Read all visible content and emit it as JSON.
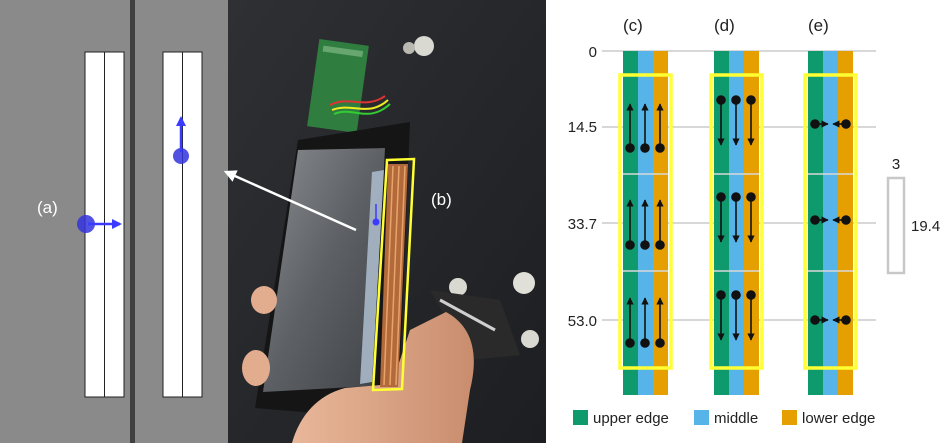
{
  "panels": {
    "a": "(a)",
    "b": "(b)",
    "c": "(c)",
    "d": "(d)",
    "e": "(e)"
  },
  "y_ticks": [
    "0",
    "14.5",
    "33.7",
    "53.0"
  ],
  "scale_bar": {
    "width_label": "3",
    "height_label": "19.4"
  },
  "legend": [
    {
      "label": "upper edge",
      "color": "#0f9a6e"
    },
    {
      "label": "middle",
      "color": "#56b4e9"
    },
    {
      "label": "lower edge",
      "color": "#e69f00"
    }
  ],
  "colors": {
    "highlight": "#ffff33",
    "touch_point": "#3333dd",
    "gridline": "#cccccc"
  }
}
